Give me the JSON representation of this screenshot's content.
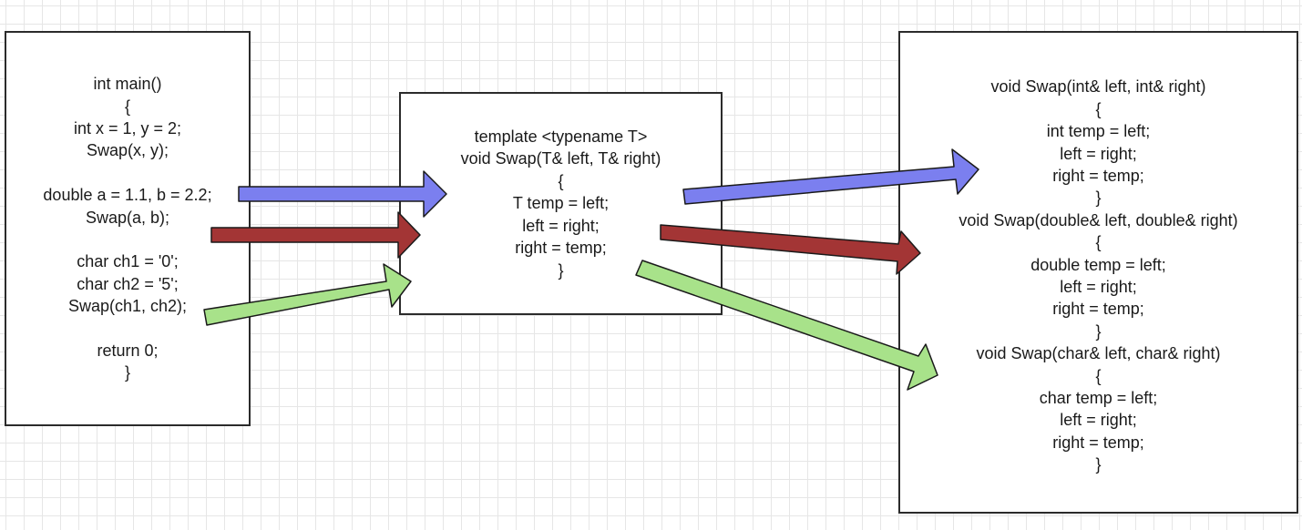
{
  "main_box": {
    "lines": [
      "int main()",
      "{",
      "int x = 1, y = 2;",
      "Swap(x, y);",
      "",
      "double a = 1.1, b = 2.2;",
      "Swap(a, b);",
      "",
      "char ch1 = '0';",
      "char ch2 = '5';",
      "Swap(ch1, ch2);",
      "",
      "return 0;",
      "}"
    ]
  },
  "template_box": {
    "lines": [
      "template <typename T>",
      "void Swap(T& left, T& right)",
      "{",
      "T temp = left;",
      "left = right;",
      "right = temp;",
      "}"
    ]
  },
  "instances_box": {
    "lines": [
      "void Swap(int& left, int& right)",
      "{",
      "int temp = left;",
      "left = right;",
      "right = temp;",
      "}",
      "void Swap(double& left, double& right)",
      "{",
      "double temp = left;",
      "left = right;",
      "right = temp;",
      "}",
      "void Swap(char& left, char& right)",
      "{",
      "char temp = left;",
      "left = right;",
      "right = temp;",
      "}"
    ]
  },
  "colors": {
    "int_arrow": "#7b7fef",
    "double_arrow": "#a33535",
    "char_arrow": "#a8e28a",
    "arrow_stroke": "#1a1a1a",
    "box_border": "#2b2b2b",
    "grid": "#e6e6e6"
  }
}
